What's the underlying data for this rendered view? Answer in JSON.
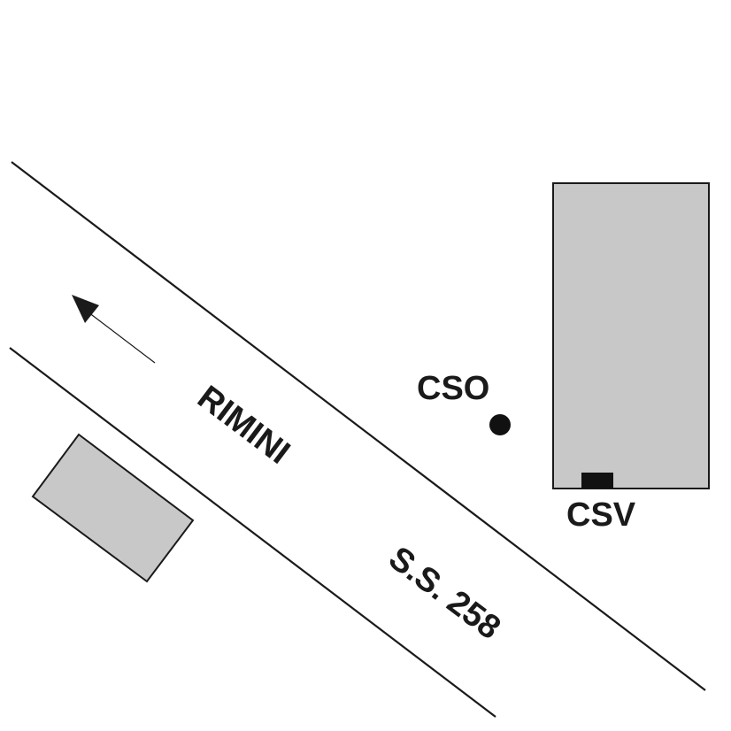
{
  "labels": {
    "direction": "RIMINI",
    "road": "S.S. 258",
    "cso": "CSO",
    "csv": "CSV"
  },
  "colors": {
    "line": "#1a1a1a",
    "building_fill": "#c8c8c8",
    "building_stroke": "#1a1a1a",
    "marker": "#111111"
  },
  "icons": {
    "direction_arrow": "arrow-up-left-icon",
    "cso_marker": "filled-circle-icon",
    "csv_marker": "filled-rectangle-icon"
  }
}
